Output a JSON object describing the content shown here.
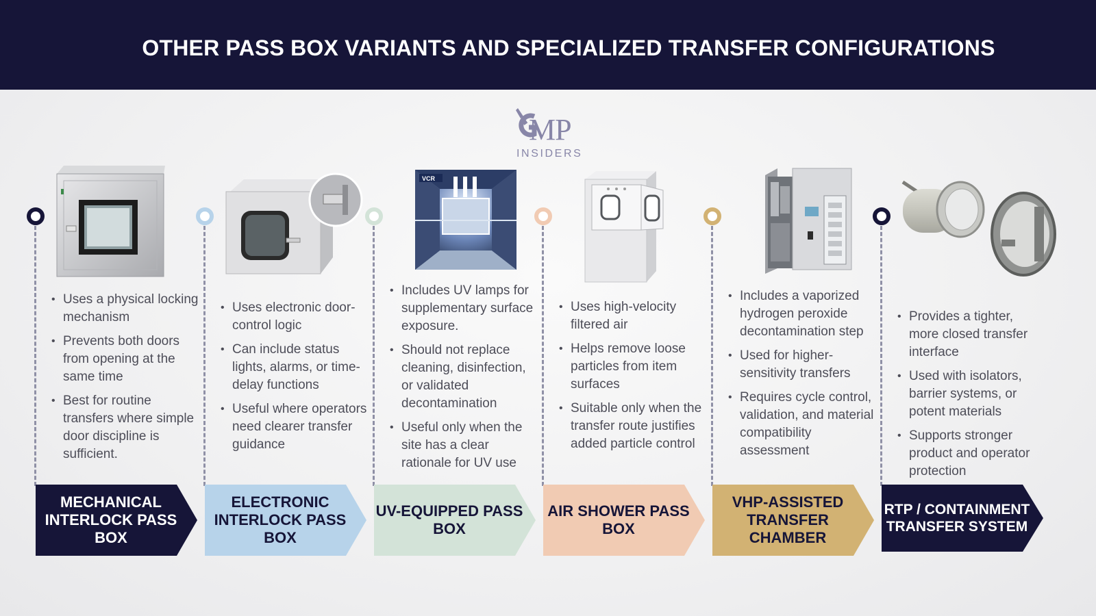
{
  "title": "OTHER PASS BOX VARIANTS AND SPECIALIZED TRANSFER CONFIGURATIONS",
  "logo": {
    "main": "MP",
    "sub": "INSIDERS",
    "badge": "VCR"
  },
  "colors": {
    "navy": "#161538",
    "light_blue": "#b7d3ea",
    "light_green": "#d3e3d8",
    "peach": "#f1cbb3",
    "gold": "#d2b273"
  },
  "variants": [
    {
      "name": "MECHANICAL INTERLOCK PASS BOX",
      "color": "#161538",
      "text_color": "#ffffff",
      "icon": "mechanical-interlock-pass-box-illustration",
      "bullets": [
        "Uses a physical locking mechanism",
        "Prevents both doors from opening at the same time",
        "Best for routine transfers where simple door discipline is sufficient."
      ]
    },
    {
      "name": "ELECTRONIC INTERLOCK PASS BOX",
      "color": "#b7d3ea",
      "text_color": "#161538",
      "icon": "electronic-interlock-pass-box-illustration",
      "bullets": [
        "Uses electronic door-control logic",
        "Can include status lights, alarms, or time-delay functions",
        "Useful where operators need clearer transfer guidance"
      ]
    },
    {
      "name": "UV-EQUIPPED PASS BOX",
      "color": "#d3e3d8",
      "text_color": "#161538",
      "icon": "uv-pass-box-interior-photo",
      "bullets": [
        "Includes UV lamps for supplementary surface exposure.",
        "Should not replace cleaning, disinfection, or validated decontamination",
        "Useful only when the site has a clear rationale for UV use"
      ]
    },
    {
      "name": "AIR SHOWER PASS BOX",
      "color": "#f1cbb3",
      "text_color": "#161538",
      "icon": "air-shower-pass-box-illustration",
      "bullets": [
        "Uses high-velocity filtered air",
        "Helps remove loose particles from item surfaces",
        "Suitable only when the transfer route justifies added particle control"
      ]
    },
    {
      "name": "VHP-ASSISTED TRANSFER CHAMBER",
      "color": "#d2b273",
      "text_color": "#161538",
      "icon": "vhp-chamber-illustration",
      "bullets": [
        "Includes a vaporized hydrogen peroxide decontamination step",
        "Used for higher-sensitivity transfers",
        "Requires cycle control, validation, and material compatibility assessment"
      ]
    },
    {
      "name": "RTP / CONTAINMENT TRANSFER SYSTEM",
      "color": "#161538",
      "text_color": "#ffffff",
      "icon": "rtp-port-illustration",
      "bullets": [
        "Provides a tighter, more closed transfer interface",
        "Used with isolators, barrier systems, or potent materials",
        "Supports stronger product and operator protection"
      ]
    }
  ]
}
